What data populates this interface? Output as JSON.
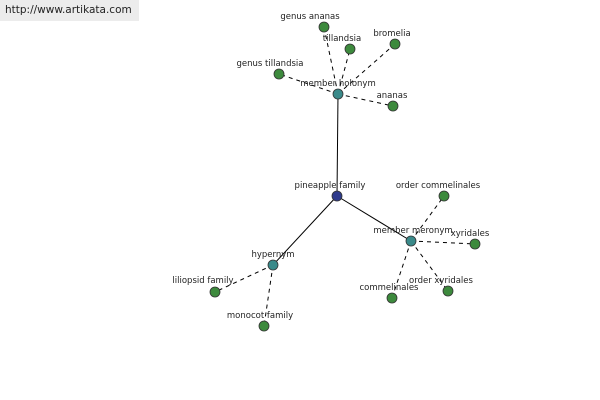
{
  "site_url": "http://www.artikata.com",
  "colors": {
    "center_node": "#2e3a8c",
    "relation_node": "#3a8a8a",
    "leaf_node": "#3d8a3d",
    "edge": "#000000"
  },
  "nodes": [
    {
      "id": "pineapple-family",
      "label": "pineapple family",
      "kind": "center"
    },
    {
      "id": "member-holonym",
      "label": "member holonym",
      "kind": "relation"
    },
    {
      "id": "hypernym",
      "label": "hypernym",
      "kind": "relation"
    },
    {
      "id": "member-meronym",
      "label": "member meronym",
      "kind": "relation"
    },
    {
      "id": "genus-ananas",
      "label": "genus ananas",
      "kind": "leaf"
    },
    {
      "id": "tillandsia",
      "label": "tillandsia",
      "kind": "leaf"
    },
    {
      "id": "bromelia",
      "label": "bromelia",
      "kind": "leaf"
    },
    {
      "id": "genus-tillandsia",
      "label": "genus tillandsia",
      "kind": "leaf"
    },
    {
      "id": "ananas",
      "label": "ananas",
      "kind": "leaf"
    },
    {
      "id": "liliopsid-family",
      "label": "liliopsid family",
      "kind": "leaf"
    },
    {
      "id": "monocot-family",
      "label": "monocot family",
      "kind": "leaf"
    },
    {
      "id": "order-commelinales",
      "label": "order commelinales",
      "kind": "leaf"
    },
    {
      "id": "xyridales",
      "label": "xyridales",
      "kind": "leaf"
    },
    {
      "id": "commelinales",
      "label": "commelinales",
      "kind": "leaf"
    },
    {
      "id": "order-xyridales",
      "label": "order xyridales",
      "kind": "leaf"
    }
  ],
  "edges": [
    {
      "from": "pineapple-family",
      "to": "member-holonym",
      "style": "solid"
    },
    {
      "from": "pineapple-family",
      "to": "hypernym",
      "style": "solid"
    },
    {
      "from": "pineapple-family",
      "to": "member-meronym",
      "style": "solid"
    },
    {
      "from": "member-holonym",
      "to": "genus-ananas",
      "style": "dashed"
    },
    {
      "from": "member-holonym",
      "to": "tillandsia",
      "style": "dashed"
    },
    {
      "from": "member-holonym",
      "to": "bromelia",
      "style": "dashed"
    },
    {
      "from": "member-holonym",
      "to": "genus-tillandsia",
      "style": "dashed"
    },
    {
      "from": "member-holonym",
      "to": "ananas",
      "style": "dashed"
    },
    {
      "from": "hypernym",
      "to": "liliopsid-family",
      "style": "dashed"
    },
    {
      "from": "hypernym",
      "to": "monocot-family",
      "style": "dashed"
    },
    {
      "from": "member-meronym",
      "to": "order-commelinales",
      "style": "dashed"
    },
    {
      "from": "member-meronym",
      "to": "xyridales",
      "style": "dashed"
    },
    {
      "from": "member-meronym",
      "to": "commelinales",
      "style": "dashed"
    },
    {
      "from": "member-meronym",
      "to": "order-xyridales",
      "style": "dashed"
    }
  ]
}
